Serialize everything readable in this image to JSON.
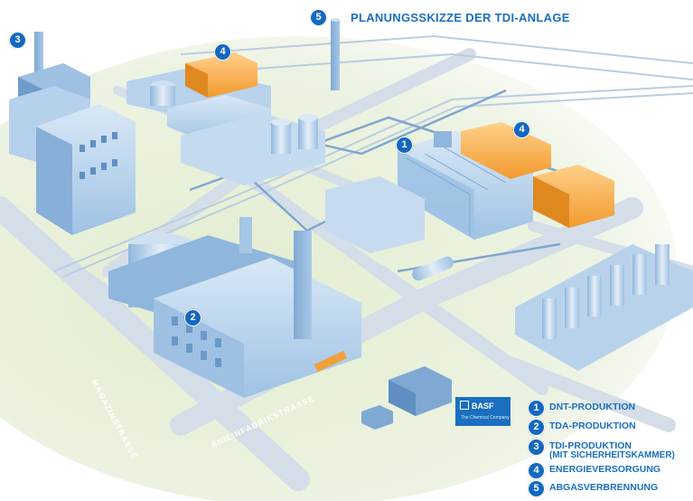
{
  "title": "PLANUNGSSKIZZE DER TDI-ANLAGE",
  "title_marker": "5",
  "markers": [
    {
      "id": "m1",
      "label": "1"
    },
    {
      "id": "m2",
      "label": "2"
    },
    {
      "id": "m3",
      "label": "3"
    },
    {
      "id": "m4a",
      "label": "4"
    },
    {
      "id": "m4b",
      "label": "4"
    }
  ],
  "streets": {
    "magazin": "MAGAZINSTRASSE",
    "anilin": "ANILINFABRIKSTRASSE"
  },
  "brand": {
    "name": "BASF",
    "tagline": "The Chemical Company"
  },
  "legend": [
    {
      "num": "1",
      "text": "DNT-PRODUKTION"
    },
    {
      "num": "2",
      "text": "TDA-PRODUKTION"
    },
    {
      "num": "3",
      "text": "TDI-PRODUKTION",
      "text2": "(MIT SICHERHEITSKAMMER)"
    },
    {
      "num": "4",
      "text": "ENERGIEVERSORGUNG"
    },
    {
      "num": "5",
      "text": "ABGASVERBRENNUNG"
    }
  ],
  "colors": {
    "accent": "#1a6fc0",
    "building": "#a9c8e8",
    "energy": "#f4a33a",
    "ground": "#dce9c8",
    "road": "#d3dde6"
  }
}
